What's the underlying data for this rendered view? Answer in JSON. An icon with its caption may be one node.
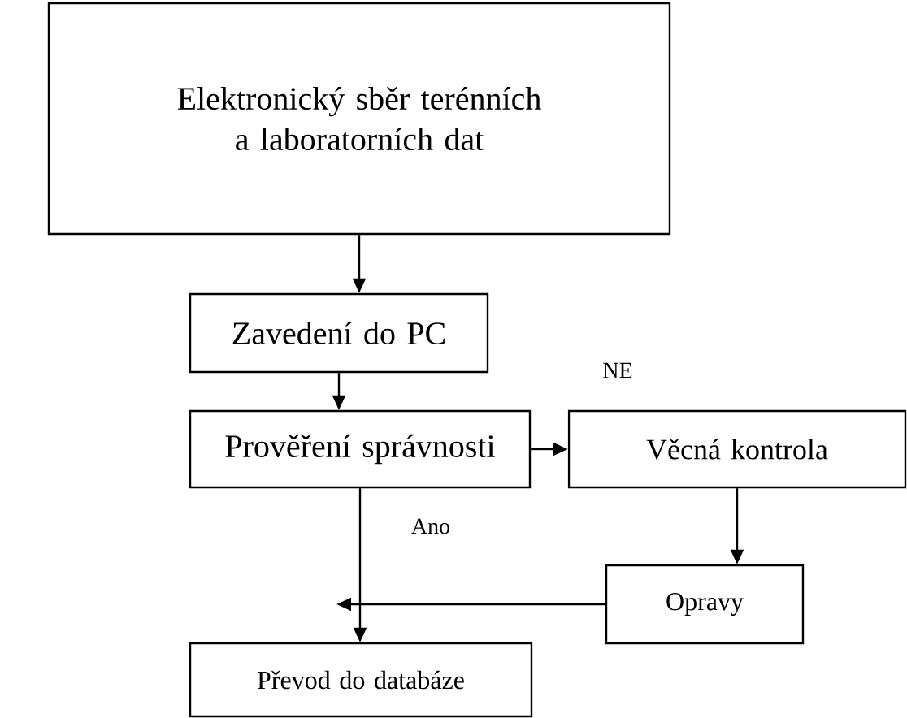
{
  "diagram": {
    "nodes": [
      {
        "text": [
          "Elektronický sběr terénních a laboratorních dat"
        ]
      },
      {
        "text": [
          "Zavedení do PC"
        ]
      },
      {
        "text": [
          "Prověření správnosti"
        ]
      },
      {
        "text": [
          "Věcná kontrola"
        ]
      },
      {
        "text": [
          "Opravy"
        ]
      },
      {
        "text": [
          "Převod do databáze"
        ]
      }
    ],
    "edges": [
      {
        "from": 0,
        "to": 1,
        "arrow": "to"
      },
      {
        "from": 1,
        "to": 2,
        "arrow": "to"
      },
      {
        "from": 2,
        "to": 3,
        "arrow": "to",
        "label": "NE"
      },
      {
        "from": 3,
        "to": 4,
        "arrow": "to"
      },
      {
        "from": 2,
        "to": 5,
        "arrow": "to",
        "label": "Ano"
      },
      {
        "from": 4,
        "to": 5,
        "arrow": "to"
      }
    ]
  }
}
